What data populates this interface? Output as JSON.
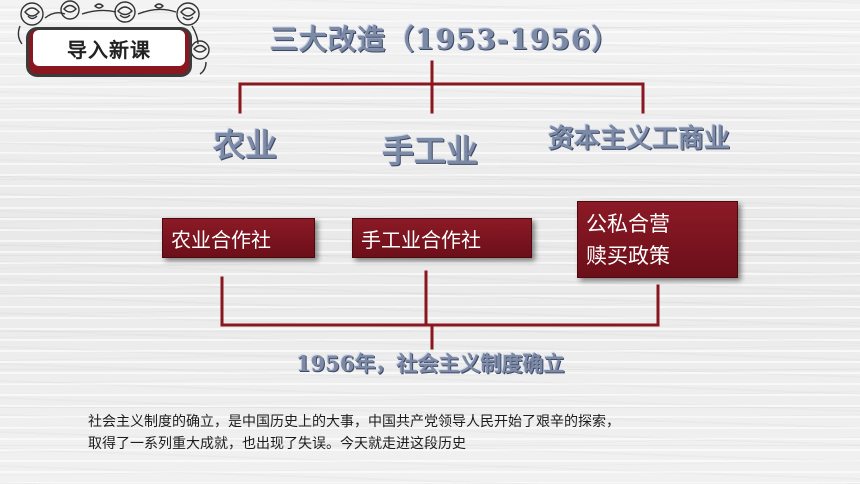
{
  "badge": {
    "label": "导入新课"
  },
  "diagram": {
    "title": "三大改造（1953-1956）",
    "sectors": [
      "农业",
      "手工业",
      "资本主义工商业"
    ],
    "policies": [
      "农业合作社",
      "手工业合作社",
      [
        "公私合营",
        "赎买政策"
      ]
    ],
    "result": "1956年，社会主义制度确立"
  },
  "intro": {
    "line1": "社会主义制度的确立，是中国历史上的大事，中国共产党领导人民开始了艰辛的探索，",
    "line2": "取得了一系列重大成就，也出现了失误。今天就走进这段历史"
  },
  "colors": {
    "accent": "#8a1620",
    "connector": "#8a1620",
    "title_text": "#7d8aa6"
  }
}
